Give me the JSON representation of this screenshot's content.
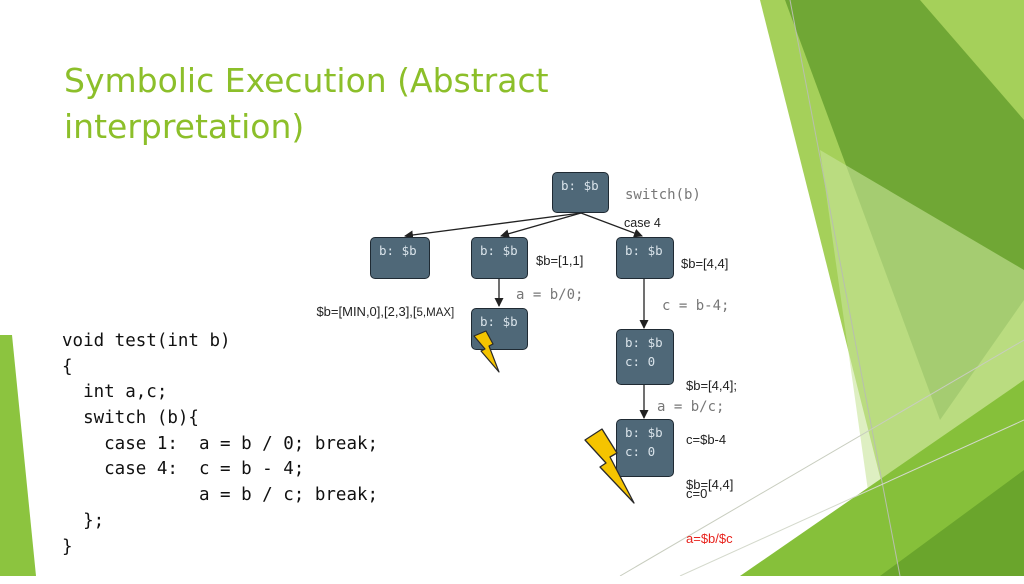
{
  "slide": {
    "title": "Symbolic Execution (Abstract interpretation)",
    "code_lines": [
      "void test(int b)",
      "{",
      "  int a,c;",
      "  switch (b){",
      "    case 1:  a = b / 0; break;",
      "    case 4:  c = b - 4;",
      "             a = b / c; break;",
      "  };",
      "}"
    ]
  },
  "diagram": {
    "nodes": {
      "root": [
        "b: $b"
      ],
      "left": [
        "b: $b"
      ],
      "middle": [
        "b: $b"
      ],
      "right": [
        "b: $b"
      ],
      "middle_child": [
        "b: $b"
      ],
      "right_child": [
        "b: $b",
        "c: 0"
      ],
      "right_grandchild": [
        "b: $b",
        "c: 0"
      ]
    },
    "labels": {
      "switch": "switch(b)",
      "case4": "case 4",
      "left_range": "$b=[MIN,0],[2,3],[",
      "left_range_tail": "5,MAX]",
      "middle_range": "$b=[1,1]",
      "right_range": "$b=[4,4]",
      "stmt_div0": "a = b/0;",
      "stmt_sub": "c = b-4;",
      "state1": [
        "$b=[4,4];",
        "c=$b-4",
        "c=0"
      ],
      "stmt_divc": "a = b/c;",
      "state2_line1": "$b=[4,4]",
      "state2_line2": "a=$b/$c"
    }
  },
  "colors": {
    "title": "#8cbf2a",
    "node_fill": "#4f6878",
    "node_text": "#d9e3ea",
    "error_text": "#e8221c",
    "lightning": "#f5c400",
    "green_dark": "#4e8a1e",
    "green_mid": "#7cb342",
    "green_light": "#a5d05a"
  },
  "icons": [
    "lightning-bolt-icon",
    "lightning-bolt-icon"
  ]
}
